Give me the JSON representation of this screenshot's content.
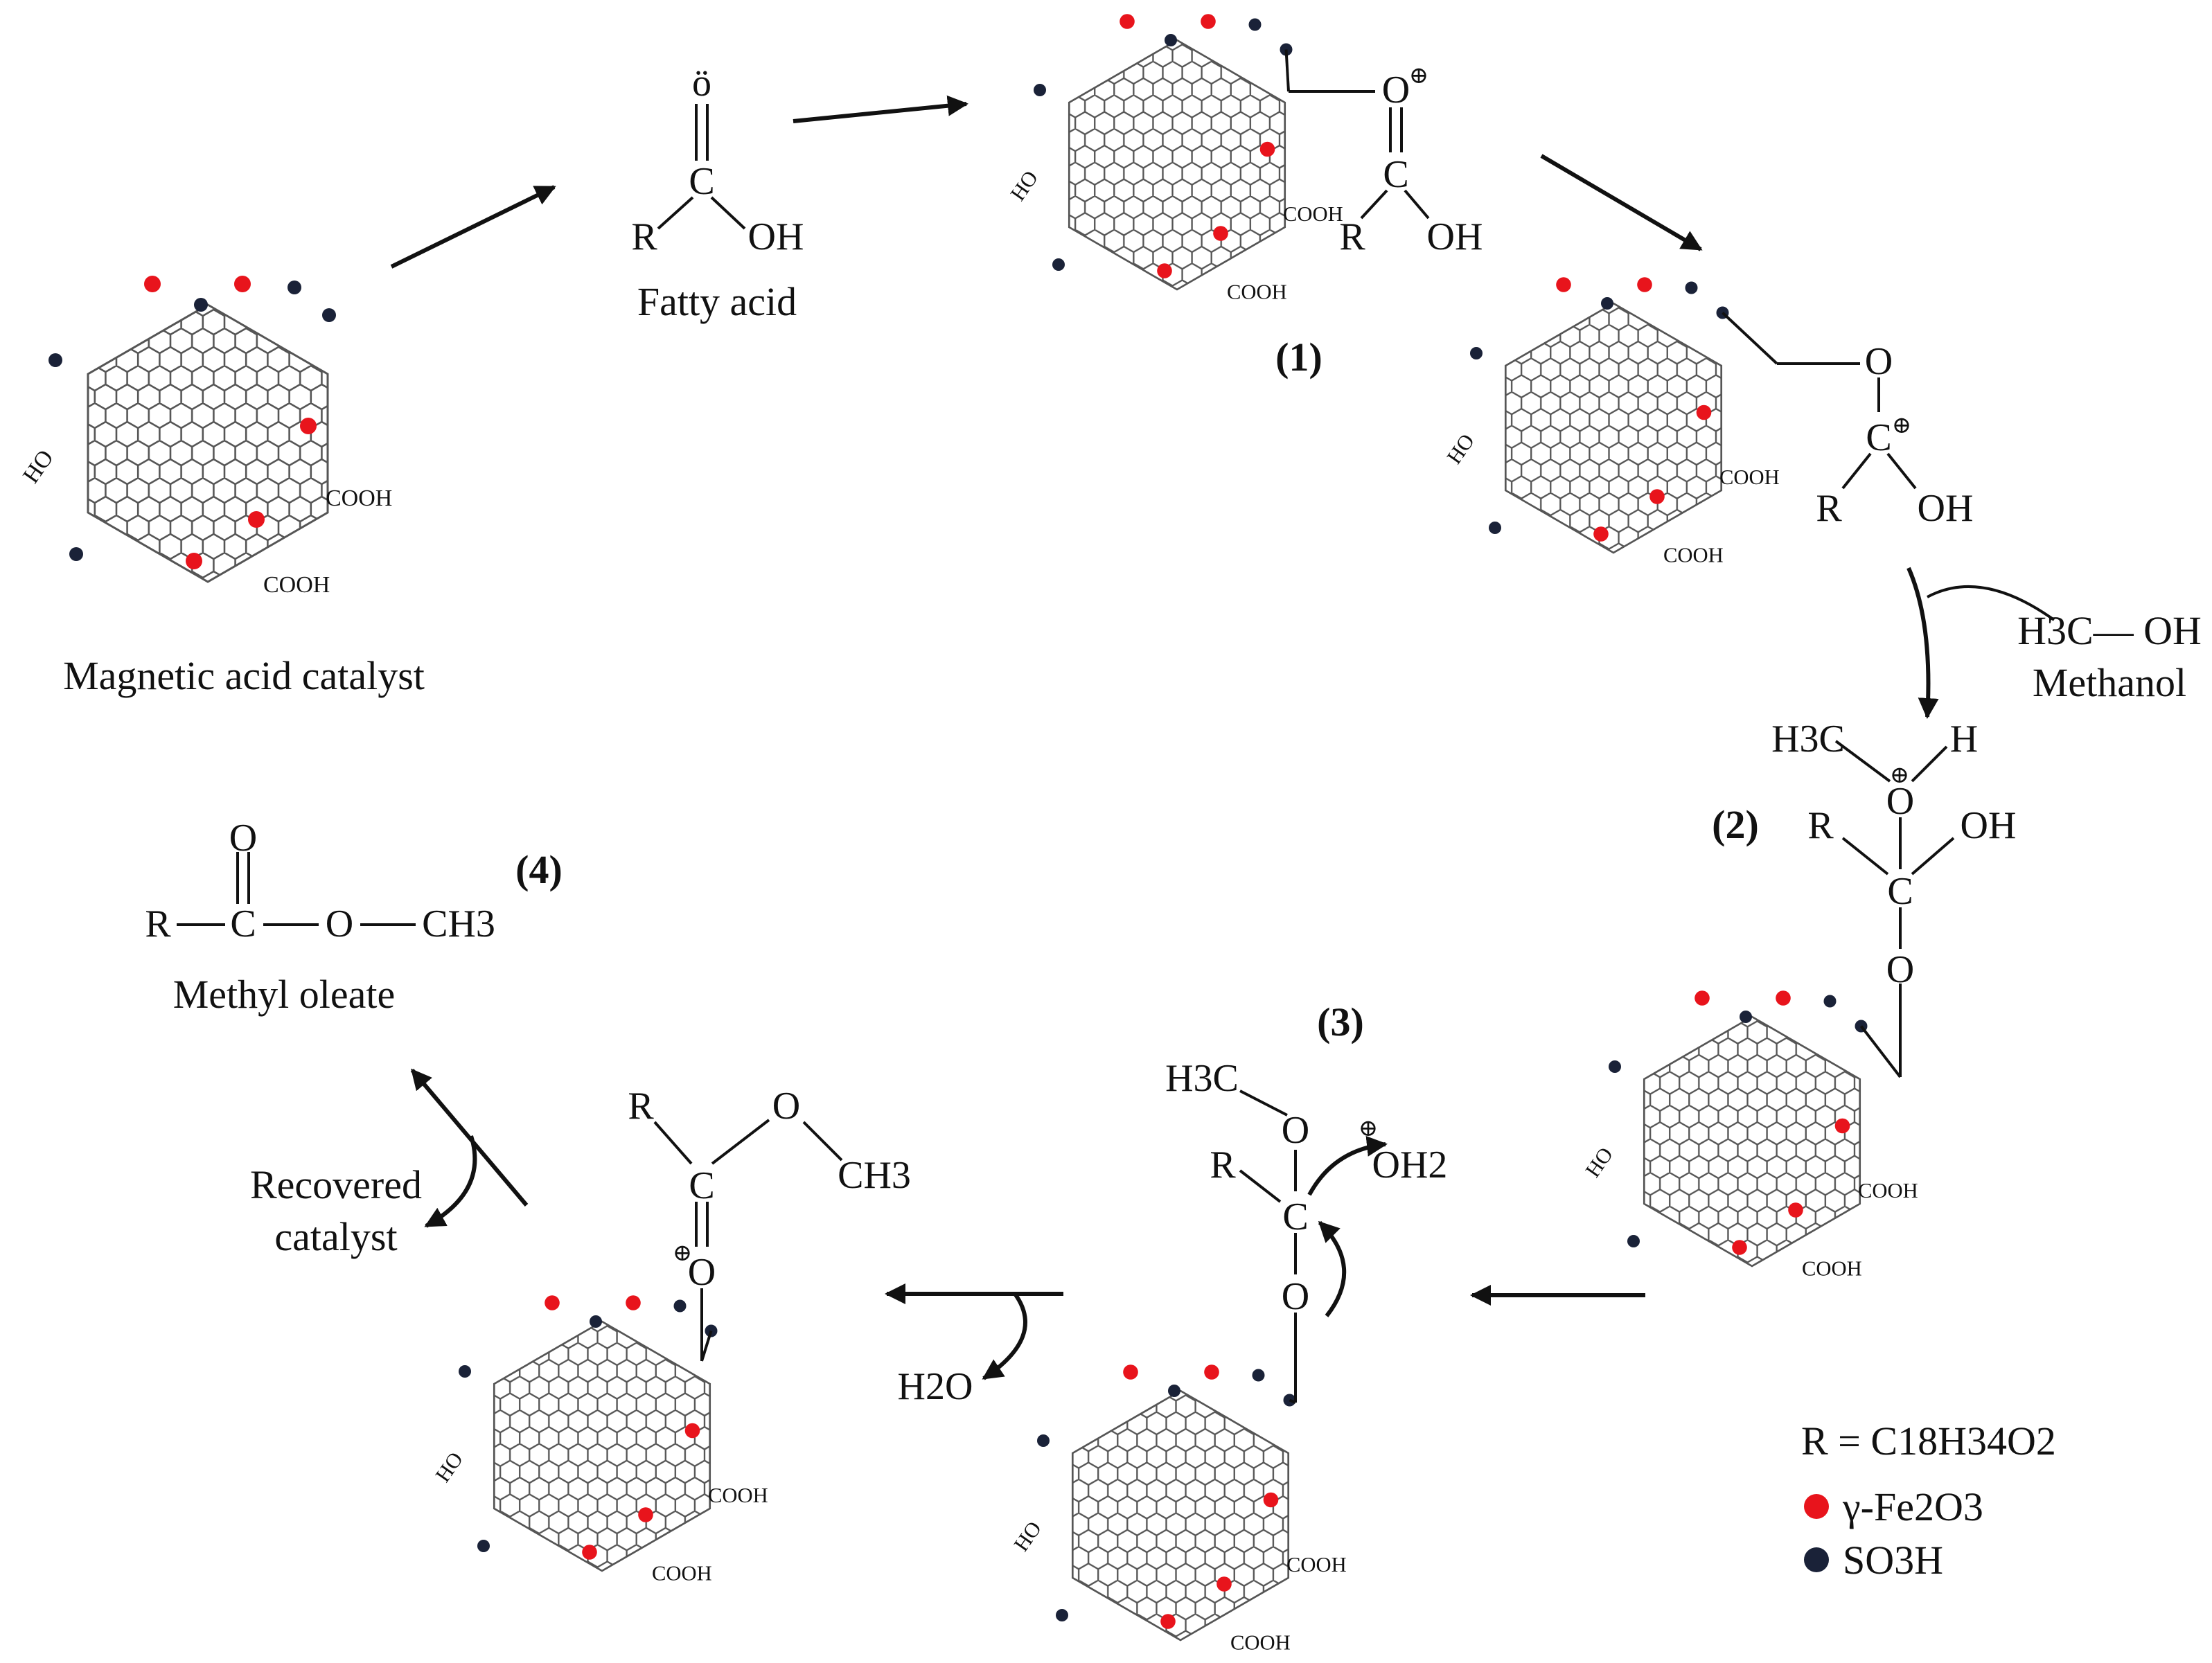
{
  "colors": {
    "fe2o3_dot": "#e8141c",
    "so3h_dot": "#1a2238",
    "lattice_stroke": "#555555",
    "ink": "#111111"
  },
  "labels": {
    "catalyst": "Magnetic acid catalyst",
    "fatty_acid": "Fatty acid",
    "methanol": "Methanol",
    "methyl_oleate": "Methyl oleate",
    "recovered": [
      "Recovered",
      "catalyst"
    ],
    "step1": "(1)",
    "step2": "(2)",
    "step3": "(3)",
    "step4": "(4)"
  },
  "groups": {
    "cooh": "COOH",
    "ho": "HO"
  },
  "atoms": {
    "R": "R",
    "C": "C",
    "O": "O",
    "OH": "OH",
    "H": "H",
    "O_lone": "ö",
    "plus": "⊕",
    "CH3": "CH3",
    "H3C": "H3C",
    "OH2": "OH2",
    "H2O": "H2O",
    "H3C_OH": "H3C— OH"
  },
  "legend": {
    "r_def": "R = C18H34O2",
    "fe2o3": "γ-Fe2O3",
    "so3h": "SO3H"
  }
}
